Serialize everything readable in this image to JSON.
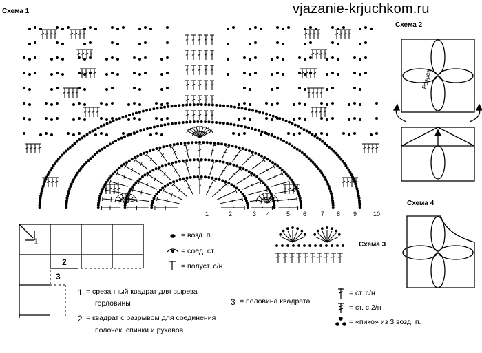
{
  "site": "vjazanie-krjuchkom.ru",
  "schemes": {
    "s1": "Схема 1",
    "s2": "Схема 2",
    "s3": "Схема 3",
    "s4": "Схема 4",
    "cut_label": "Разрез"
  },
  "row_numbers": [
    "1",
    "2",
    "3",
    "4",
    "5",
    "6",
    "7",
    "8",
    "9",
    "10"
  ],
  "grid_labels": {
    "q1": "1",
    "q2": "2",
    "q3": "3"
  },
  "legend": {
    "ch": "= возд. п.",
    "sl": "= соед. ст.",
    "hdc": "= полуст. с/н",
    "dc": "= ст. с/н",
    "tr": "= ст. с 2/н",
    "picot": "= «пико» из 3 возд. п."
  },
  "notes": {
    "n1_num": "1",
    "n1_text1": "= срезанный квадрат для выреза",
    "n1_text2": "горловины",
    "n2_num": "2",
    "n2_text1": "= квадрат с разрывом для соединения",
    "n2_text2": "полочек, спинки и рукавов",
    "n3_num": "3",
    "n3_text": "= половина квадрата"
  }
}
